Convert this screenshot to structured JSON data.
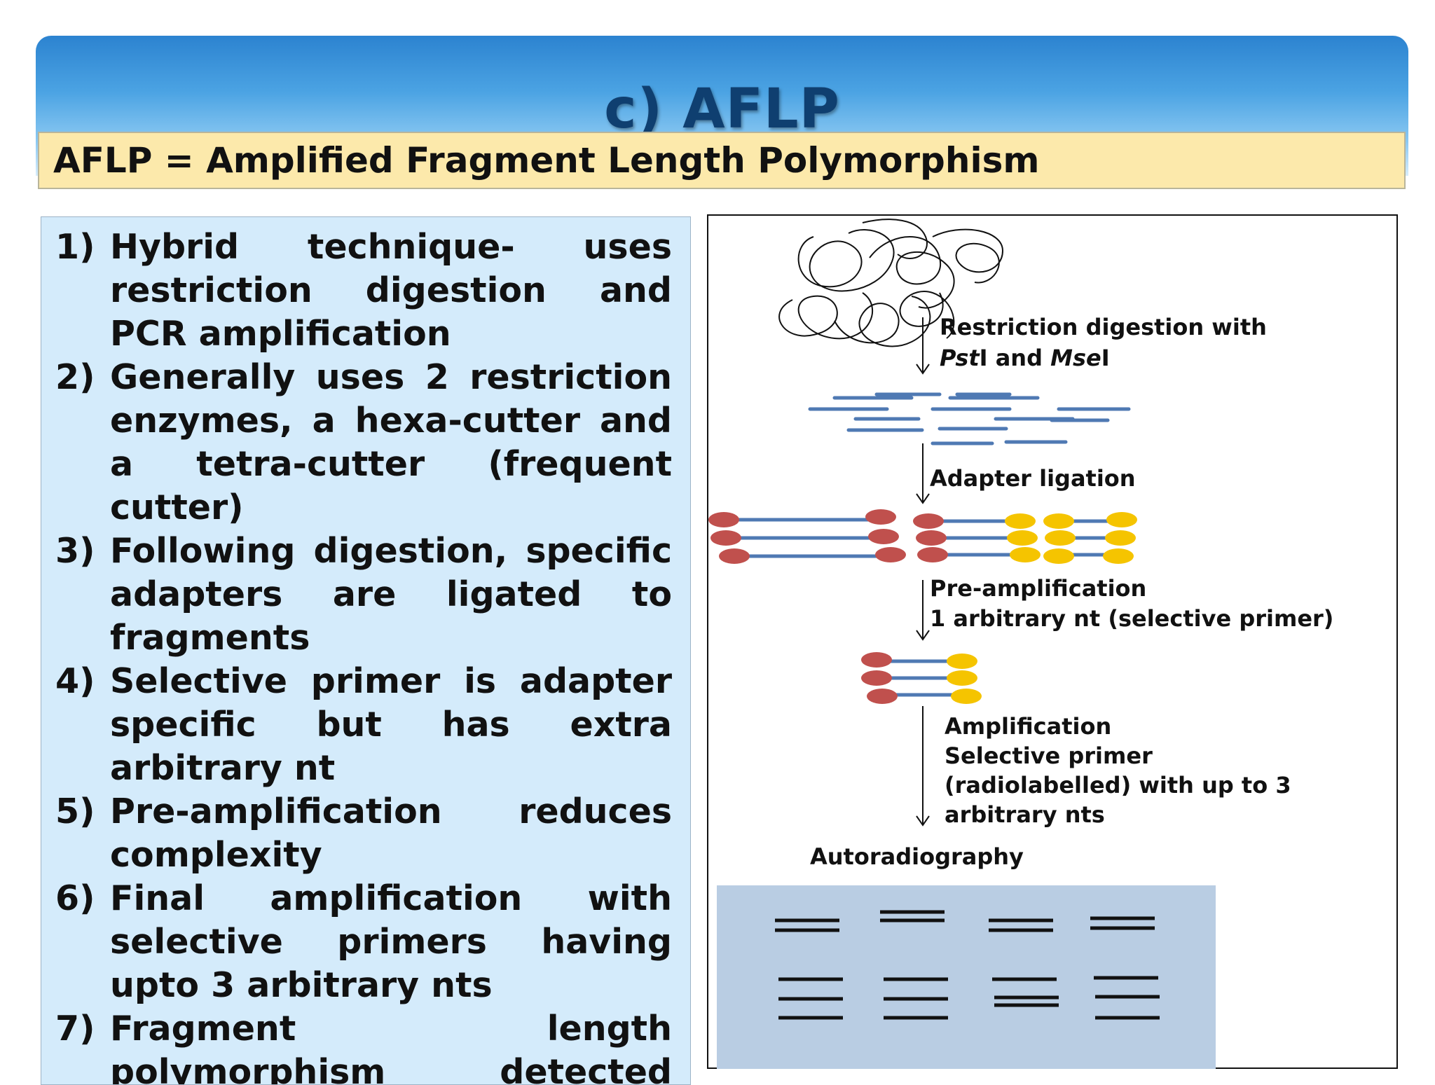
{
  "slide": {
    "title": "c) AFLP",
    "definition": "AFLP = Amplified Fragment Length Polymorphism"
  },
  "points": [
    {
      "num": "1)",
      "text": "Hybrid technique- uses restriction digestion and PCR amplification"
    },
    {
      "num": "2)",
      "text": "Generally uses 2 restriction enzymes, a hexa-cutter and a tetra-cutter (frequent cutter)"
    },
    {
      "num": "3)",
      "text": "Following digestion, specific adapters are ligated to fragments"
    },
    {
      "num": "4)",
      "text": "Selective primer is adapter specific but has extra arbitrary nt"
    },
    {
      "num": "5)",
      "text": "Pre-amplification reduces complexity"
    },
    {
      "num": "6)",
      "text": "Final amplification with selective primers having upto 3 arbitrary nts"
    },
    {
      "num": "7)",
      "text": "Fragment length polymorphism detected through radiography (or"
    }
  ],
  "diagram": {
    "step1_line1": "Restriction digestion with",
    "step1_enzyme1": "Pst",
    "step1_mid": "I and ",
    "step1_enzyme2": "Mse",
    "step1_end": "I",
    "step2": "Adapter ligation",
    "step3_line1": "Pre-amplification",
    "step3_line2": "1 arbitrary nt (selective primer)",
    "step4_line1": "Amplification",
    "step4_line2": "Selective primer",
    "step4_line3": "(radiolabelled) with up to 3",
    "step4_line4": "arbitrary nts",
    "step5": "Autoradiography",
    "colors": {
      "fragment": "#4f79b3",
      "adapter_red": "#c0504d",
      "adapter_yellow": "#f5c400",
      "gel": "#b9cde3",
      "band": "#111111"
    }
  }
}
